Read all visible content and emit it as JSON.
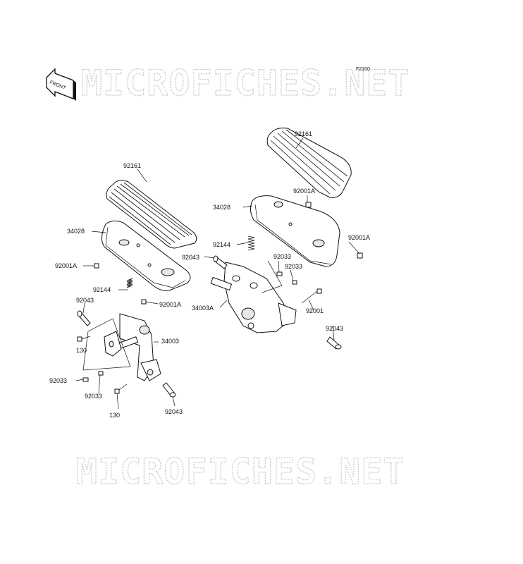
{
  "diagram": {
    "figure_code": "F2160",
    "front_label": "FRONT",
    "watermark_top": "MICROFICHES.NET",
    "watermark_bottom": "MICROFICHES.NET"
  },
  "labels": {
    "l_92161": "92161",
    "l_34028": "34028",
    "l_92001A_left": "92001A",
    "l_92144_left": "92144",
    "l_92001A_left2": "92001A",
    "l_92043_left_top": "92043",
    "l_130_top": "130",
    "l_34003": "34003",
    "l_92033_left": "92033",
    "l_92033_left2": "92033",
    "l_130_bottom": "130",
    "l_92043_left_bottom": "92043",
    "r_92161": "92161",
    "r_92001A_top": "92001A",
    "r_34028": "34028",
    "r_92001A_right": "92001A",
    "r_92144": "92144",
    "r_92043_top": "92043",
    "r_92033_a": "92033",
    "r_92033_b": "92033",
    "r_34003A": "34003A",
    "r_92001": "92001",
    "r_92043_bottom": "92043"
  }
}
